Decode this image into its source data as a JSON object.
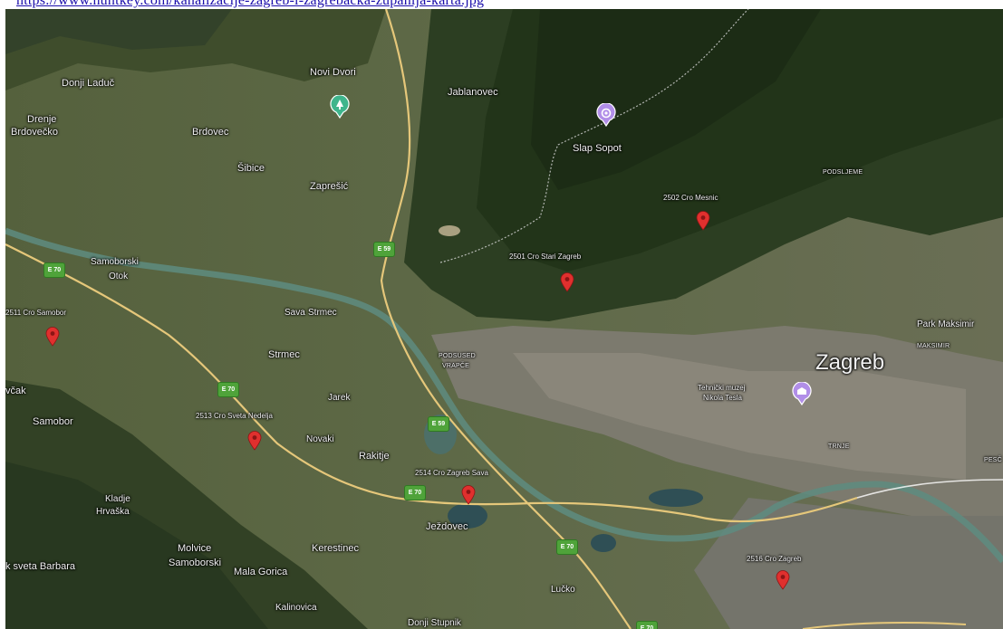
{
  "url_text": "https://www.huntkey.com/kanalizacije-zagreb-i-zagrebacka-zupanija-karta.jpg",
  "colors": {
    "road": "#e5c77a",
    "river": "#5e8c80",
    "pin": "#e0302e",
    "poi": "#b18ee8",
    "poi_green": "#3fb58c",
    "shield": "#4fa33a"
  },
  "labels": {
    "novi_dvori": "Novi Dvori",
    "donji_laduc": "Donji Laduč",
    "jablanovec": "Jablanovec",
    "drenje": "Drenje",
    "brdovecko": "Brdovečko",
    "brdovec": "Brdovec",
    "sibice": "Šibice",
    "zapresic": "Zaprešić",
    "slap_sopot": "Slap Sopot",
    "podsljeme": "PODSLJEME",
    "samoborski": "Samoborski",
    "otok": "Otok",
    "sava": "Sava",
    "strmec_river": "Strmec",
    "strmec": "Strmec",
    "podsused": "PODSUSED",
    "vrapce": "VRAPČE",
    "park_maksimir": "Park Maksimir",
    "maksimir": "MAKSIMIR",
    "zagreb": "Zagreb",
    "tehnicki_muzej_1": "Tehnički muzej",
    "tehnicki_muzej_2": "Nikola Tesla",
    "vcak": "včak",
    "samobor": "Samobor",
    "jarek": "Jarek",
    "novaki": "Novaki",
    "rakitje": "Rakitje",
    "trnje": "TRNJE",
    "peso": "PESČ",
    "klade": "Kladje",
    "hrvaska": "Hrvaška",
    "jezdovec": "Ježdovec",
    "molvice": "Molvice",
    "samoborski2": "Samoborski",
    "sveta_barbara": "k sveta Barbara",
    "mala_gorica": "Mala Gorica",
    "kerestinec": "Kerestinec",
    "lucko": "Lučko",
    "kalinovica": "Kalinovica",
    "donji_stupnik": "Donji Stupnik"
  },
  "markers": {
    "cro_mesnic": "2502 Cro Mesnic",
    "cro_stari_zagreb": "2501 Cro Stari Zagreb",
    "cro_samobor": "2511 Cro Samobor",
    "cro_sveta_nedelja": "2513 Cro Sveta Nedelja",
    "cro_zagreb_sava": "2514 Cro Zagreb Sava",
    "cro_zagreb": "2516 Cro Zagreb"
  },
  "shields": [
    "E 59",
    "E 70",
    "E 70",
    "E 59",
    "E 70",
    "E 70",
    "E 70"
  ]
}
